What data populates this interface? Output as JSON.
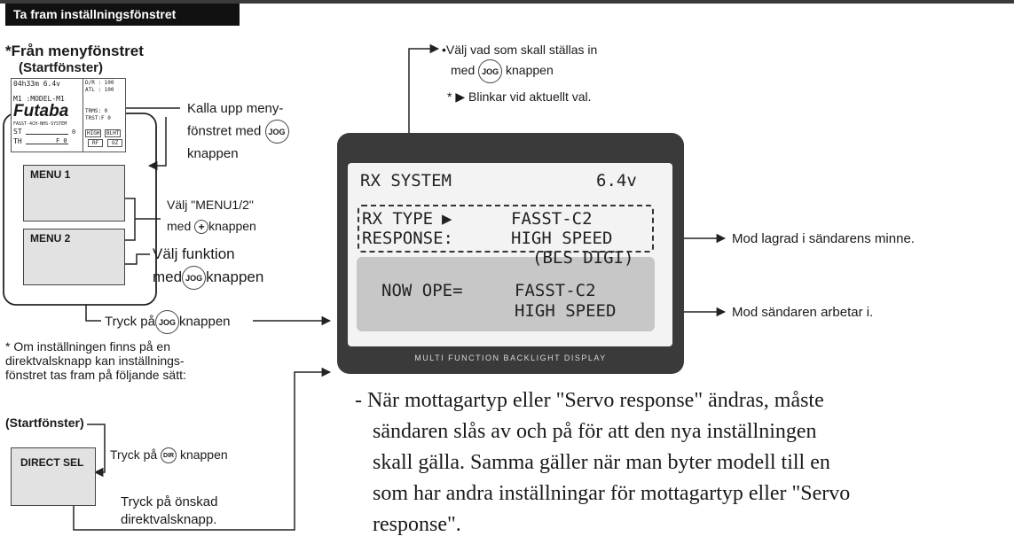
{
  "header": {
    "title": "Ta fram inställningsfönstret"
  },
  "left": {
    "from_menu": "*Från menyfönstret",
    "start_window": "(Startfönster)",
    "mini_screen": {
      "row1": "04h33m 6.4v",
      "row2": "M1 :MODEL-M1",
      "brand": "Futaba",
      "row4": "FASST-4CH-NHS-SYSTEM",
      "st": "ST",
      "th": "TH",
      "right_top_1": "D/R :  100",
      "right_top_2": "ATL :  100",
      "trims_1": "TRMS:    0",
      "trims_2": "TRST:F   0",
      "btn_high": "HIGH",
      "btn_blht": "BLHT",
      "btn_rf": "RF",
      "btn_oz": "OZ",
      "st_val": "0",
      "th_val": "F    0"
    },
    "call_menu": [
      "Kalla upp meny-",
      "fönstret med",
      "knappen"
    ],
    "menu1": "MENU 1",
    "menu2": "MENU 2",
    "select_menu": [
      "Välj \"MENU1/2\"",
      "med",
      "knappen"
    ],
    "select_func": [
      "Välj funktion",
      "med",
      "knappen"
    ],
    "press_jog": [
      "Tryck på",
      "knappen"
    ],
    "note": [
      "* Om inställningen finns på en",
      "direktvalsknapp kan inställnings-",
      "fönstret tas fram på följande sätt:"
    ],
    "start_window2": "(Startfönster)",
    "press_dir": [
      "Tryck på",
      "knappen"
    ],
    "direct_sel": "DIRECT SEL",
    "press_desired": [
      "Tryck på önskad",
      "direktvalsknapp."
    ]
  },
  "buttons": {
    "jog": "JOG",
    "plus": "+",
    "dir": "DIR"
  },
  "top_right": {
    "select_what": [
      "•Välj vad som skall ställas in",
      "med",
      "knappen"
    ],
    "blink_note": "Blinkar vid aktuellt val.",
    "blink_prefix": "*"
  },
  "lcd": {
    "title": "RX SYSTEM",
    "voltage": "6.4v",
    "rx_type_label": "RX TYPE",
    "rx_type_value": "FASST-C2",
    "response_label": "RESPONSE:",
    "response_value": "HIGH SPEED",
    "response_value2": "(BLS DIGI)",
    "now_ope_label": "NOW OPE=",
    "now_ope_value1": "FASST-C2",
    "now_ope_value2": "HIGH SPEED",
    "caption": "MULTI FUNCTION BACKLIGHT DISPLAY"
  },
  "callouts": {
    "stored": "Mod lagrad i sändarens minne.",
    "operating": "Mod sändaren arbetar i."
  },
  "body": {
    "lines": [
      "- När mottagartyp eller \"Servo response\" ändras, måste",
      "sändaren slås av och på för att den nya inställningen",
      "skall gälla. Samma gäller när man byter modell till en",
      "som har andra inställningar för mottagartyp eller \"Servo",
      "response\"."
    ]
  }
}
